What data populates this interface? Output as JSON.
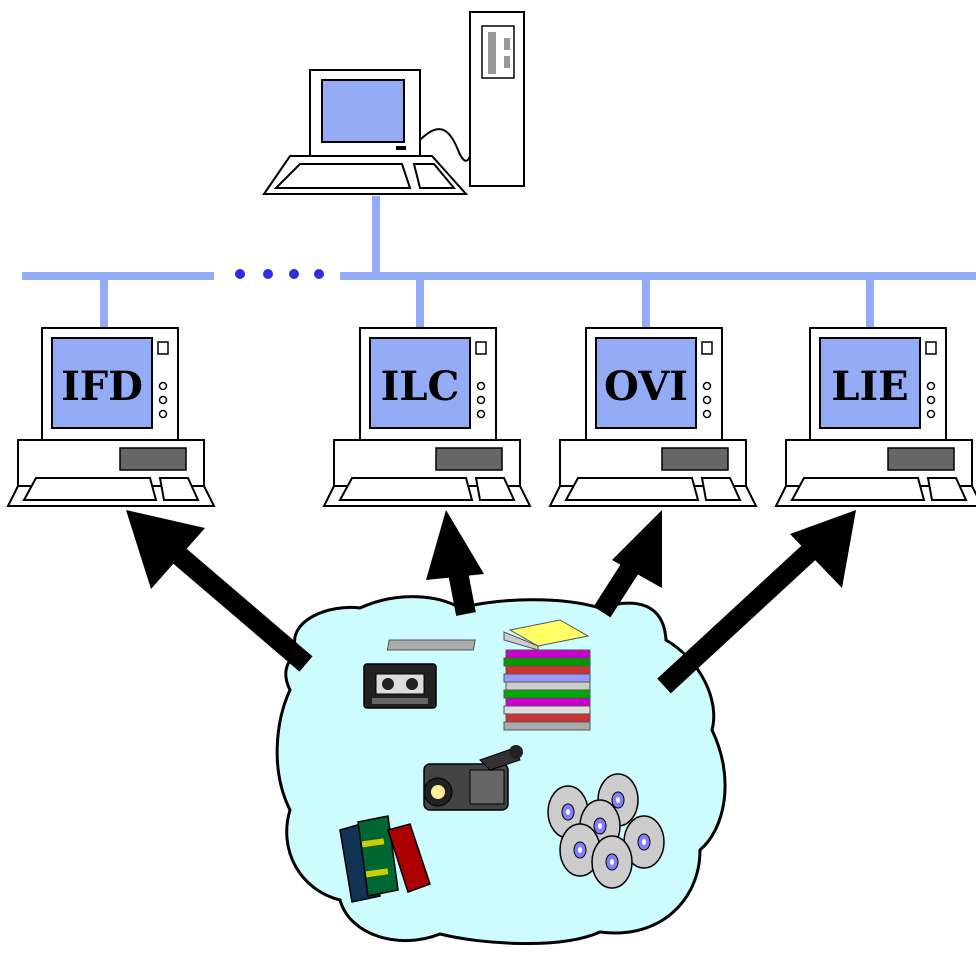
{
  "workstations": [
    {
      "label": "IFD"
    },
    {
      "label": "ILC"
    },
    {
      "label": "OVI"
    },
    {
      "label": "LIE"
    }
  ],
  "network": {
    "ellipsis": "• • • •"
  },
  "colors": {
    "network": "#94acf6",
    "screen": "#94acf6",
    "cloud": "#ccfcff",
    "arrow": "#000000",
    "disk": "#666666"
  },
  "icons": [
    "server-icon",
    "cassette-tape-icon",
    "floppy-stack-icon",
    "camcorder-icon",
    "books-icon",
    "cd-discs-icon"
  ]
}
